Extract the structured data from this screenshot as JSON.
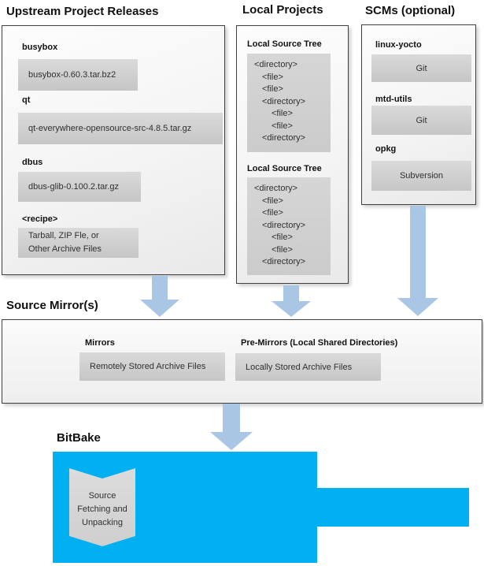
{
  "colors": {
    "accent_cyan": "#00b0f0",
    "arrow_blue": "#a9c6e4"
  },
  "upstream": {
    "title": "Upstream Project Releases",
    "items": [
      {
        "label": "busybox",
        "line1": "busybox-0.60.3.tar.bz2"
      },
      {
        "label": "qt",
        "line1": "qt-everywhere-opensource-src-4.8.5.tar.gz"
      },
      {
        "label": "dbus",
        "line1": "dbus-glib-0.100.2.tar.gz"
      },
      {
        "label": "<recipe>",
        "line1": "Tarball, ZIP Fle, or",
        "line2": "Other Archive Files"
      }
    ]
  },
  "local": {
    "title": "Local Projects",
    "trees": [
      {
        "heading": "Local Source Tree",
        "lines": [
          {
            "text": "<directory>"
          },
          {
            "text": "<file>"
          },
          {
            "text": "<file>"
          },
          {
            "text": "<directory>"
          },
          {
            "text": "<file>"
          },
          {
            "text": "<file>"
          },
          {
            "text": "<directory>"
          }
        ]
      },
      {
        "heading": "Local Source Tree",
        "lines": [
          {
            "text": "<directory>"
          },
          {
            "text": "<file>"
          },
          {
            "text": "<file>"
          },
          {
            "text": "<directory>"
          },
          {
            "text": "<file>"
          },
          {
            "text": "<file>"
          },
          {
            "text": "<directory>"
          }
        ]
      }
    ]
  },
  "scms": {
    "title": "SCMs (optional)",
    "items": [
      {
        "label": "linux-yocto",
        "tool": "Git"
      },
      {
        "label": "mtd-utils",
        "tool": "Git"
      },
      {
        "label": "opkg",
        "tool": "Subversion"
      }
    ]
  },
  "mirrors": {
    "title": "Source Mirror(s)",
    "groups": [
      {
        "label": "Mirrors",
        "box": "Remotely Stored Archive Files"
      },
      {
        "label": "Pre-Mirrors (Local Shared Directories)",
        "box": "Locally Stored Archive Files"
      }
    ]
  },
  "bitbake": {
    "title": "BitBake",
    "ribbon": [
      "Source",
      "Fetching and",
      "Unpacking"
    ]
  }
}
